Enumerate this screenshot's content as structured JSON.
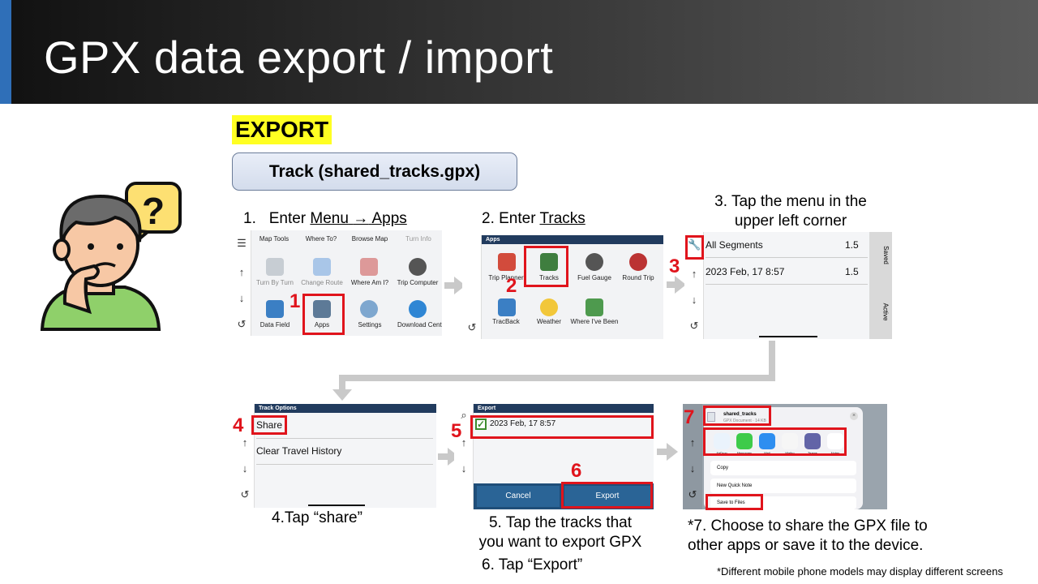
{
  "slide": {
    "title": "GPX data export / import",
    "badge": "EXPORT",
    "track_box": "Track (shared_tracks.gpx)",
    "footnote": "*Different mobile phone models may display different screens"
  },
  "steps": {
    "s1_num": "1.",
    "s1_pre": "Enter",
    "s1_menu": "Menu",
    "s1_arrow": "→",
    "s1_apps": "Apps",
    "s2_pre": "2. Enter",
    "s2_tracks": "Tracks",
    "s3_line1": "3. Tap the menu  in the",
    "s3_line2": "upper left corner",
    "s4": "4.Tap “share”",
    "s5_line1": "5. Tap the tracks that",
    "s5_line2": "you want to export GPX",
    "s6": "6. Tap “Export”",
    "s7_line1": "*7. Choose to share the GPX file to",
    "s7_line2": "other apps or save it to the device."
  },
  "markers": [
    "1",
    "2",
    "3",
    "4",
    "5",
    "6",
    "7"
  ],
  "screen1": {
    "top": [
      "Map Tools",
      "Where To?",
      "Browse Map",
      "Turn Info"
    ],
    "mid": [
      "Turn By Turn",
      "Change Route",
      "Where Am I?",
      "Trip Computer"
    ],
    "bot": [
      "Data Field",
      "Apps",
      "Settings",
      "Download Center"
    ]
  },
  "screen2": {
    "header": "Apps",
    "row1": [
      "Trip Planner",
      "Tracks",
      "Fuel Gauge",
      "Round Trip"
    ],
    "row2": [
      "TracBack",
      "Weather",
      "Where I've Been"
    ]
  },
  "screen3": {
    "rows": [
      {
        "label": "All Segments",
        "value": "1.5"
      },
      {
        "label": "2023 Feb, 17 8:57",
        "value": "1.5"
      }
    ],
    "tabs": [
      "Saved",
      "Active"
    ]
  },
  "screen4": {
    "header": "Track Options",
    "items": [
      "Share",
      "Clear Travel History"
    ]
  },
  "screen5": {
    "header": "Export",
    "item": "2023 Feb, 17 8:57",
    "cancel": "Cancel",
    "export": "Export"
  },
  "screen6": {
    "file_name": "shared_tracks",
    "file_sub": "GPX Document · 14 KB",
    "apps": [
      "AirDrop",
      "Messages",
      "Mail",
      "Weibo",
      "Teams",
      "Notes"
    ],
    "actions": [
      "Copy",
      "New Quick Note",
      "Save to Files"
    ]
  },
  "colors": {
    "accent_red": "#e0141c",
    "highlight_yellow": "#ffff22",
    "title_accent": "#2f6fb8"
  },
  "icons": [
    "person-thinking-icon",
    "question-mark-icon",
    "arrow-right-icon",
    "arrow-down-icon"
  ]
}
